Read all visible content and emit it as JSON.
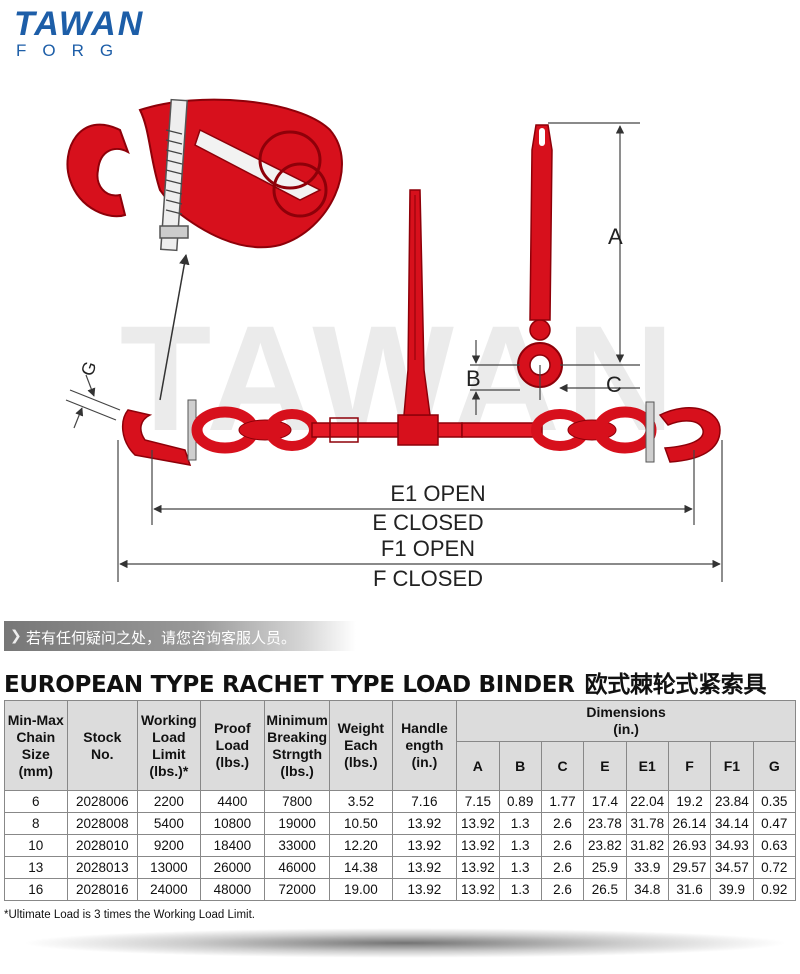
{
  "logo": {
    "line1": "TAWAN",
    "line2": "FORG"
  },
  "watermark": "TAWAN",
  "diagram": {
    "labels": {
      "a": "A",
      "b": "B",
      "c": "C",
      "g": "G",
      "e1": "E1 OPEN",
      "e": "E CLOSED",
      "f1": "F1 OPEN",
      "f": "F CLOSED"
    },
    "colors": {
      "product": "#d7101c",
      "product_dark": "#8e0009",
      "line": "#444444"
    }
  },
  "banner": {
    "text": "若有任何疑问之处，请您咨询客服人员。"
  },
  "title": {
    "en": "EUROPEAN TYPE RACHET TYPE LOAD BINDER",
    "cn": "欧式棘轮式紧索具"
  },
  "table": {
    "headers": {
      "size": [
        "Min-Max",
        "Chain",
        "Size",
        "(mm)"
      ],
      "stock": [
        "Stock",
        "No."
      ],
      "wll": [
        "Working",
        "Load",
        "Limit",
        "(lbs.)*"
      ],
      "proof": [
        "Proof",
        "Load",
        "(lbs.)"
      ],
      "breaking": [
        "Minimum",
        "Breaking",
        "Strngth",
        "(lbs.)"
      ],
      "weight": [
        "Weight",
        "Each",
        "(lbs.)"
      ],
      "handle": [
        "Handle",
        "ength",
        "(in.)"
      ],
      "dimensions": [
        "Dimensions",
        "(in.)"
      ],
      "dim_cols": [
        "A",
        "B",
        "C",
        "E",
        "E1",
        "F",
        "F1",
        "G"
      ]
    },
    "rows": [
      [
        "6",
        "2028006",
        "2200",
        "4400",
        "7800",
        "3.52",
        "7.16",
        "7.15",
        "0.89",
        "1.77",
        "17.4",
        "22.04",
        "19.2",
        "23.84",
        "0.35"
      ],
      [
        "8",
        "2028008",
        "5400",
        "10800",
        "19000",
        "10.50",
        "13.92",
        "13.92",
        "1.3",
        "2.6",
        "23.78",
        "31.78",
        "26.14",
        "34.14",
        "0.47"
      ],
      [
        "10",
        "2028010",
        "9200",
        "18400",
        "33000",
        "12.20",
        "13.92",
        "13.92",
        "1.3",
        "2.6",
        "23.82",
        "31.82",
        "26.93",
        "34.93",
        "0.63"
      ],
      [
        "13",
        "2028013",
        "13000",
        "26000",
        "46000",
        "14.38",
        "13.92",
        "13.92",
        "1.3",
        "2.6",
        "25.9",
        "33.9",
        "29.57",
        "34.57",
        "0.72"
      ],
      [
        "16",
        "2028016",
        "24000",
        "48000",
        "72000",
        "19.00",
        "13.92",
        "13.92",
        "1.3",
        "2.6",
        "26.5",
        "34.8",
        "31.6",
        "39.9",
        "0.92"
      ]
    ]
  },
  "footnote": "*Ultimate Load is 3 times the Working Load Limit."
}
